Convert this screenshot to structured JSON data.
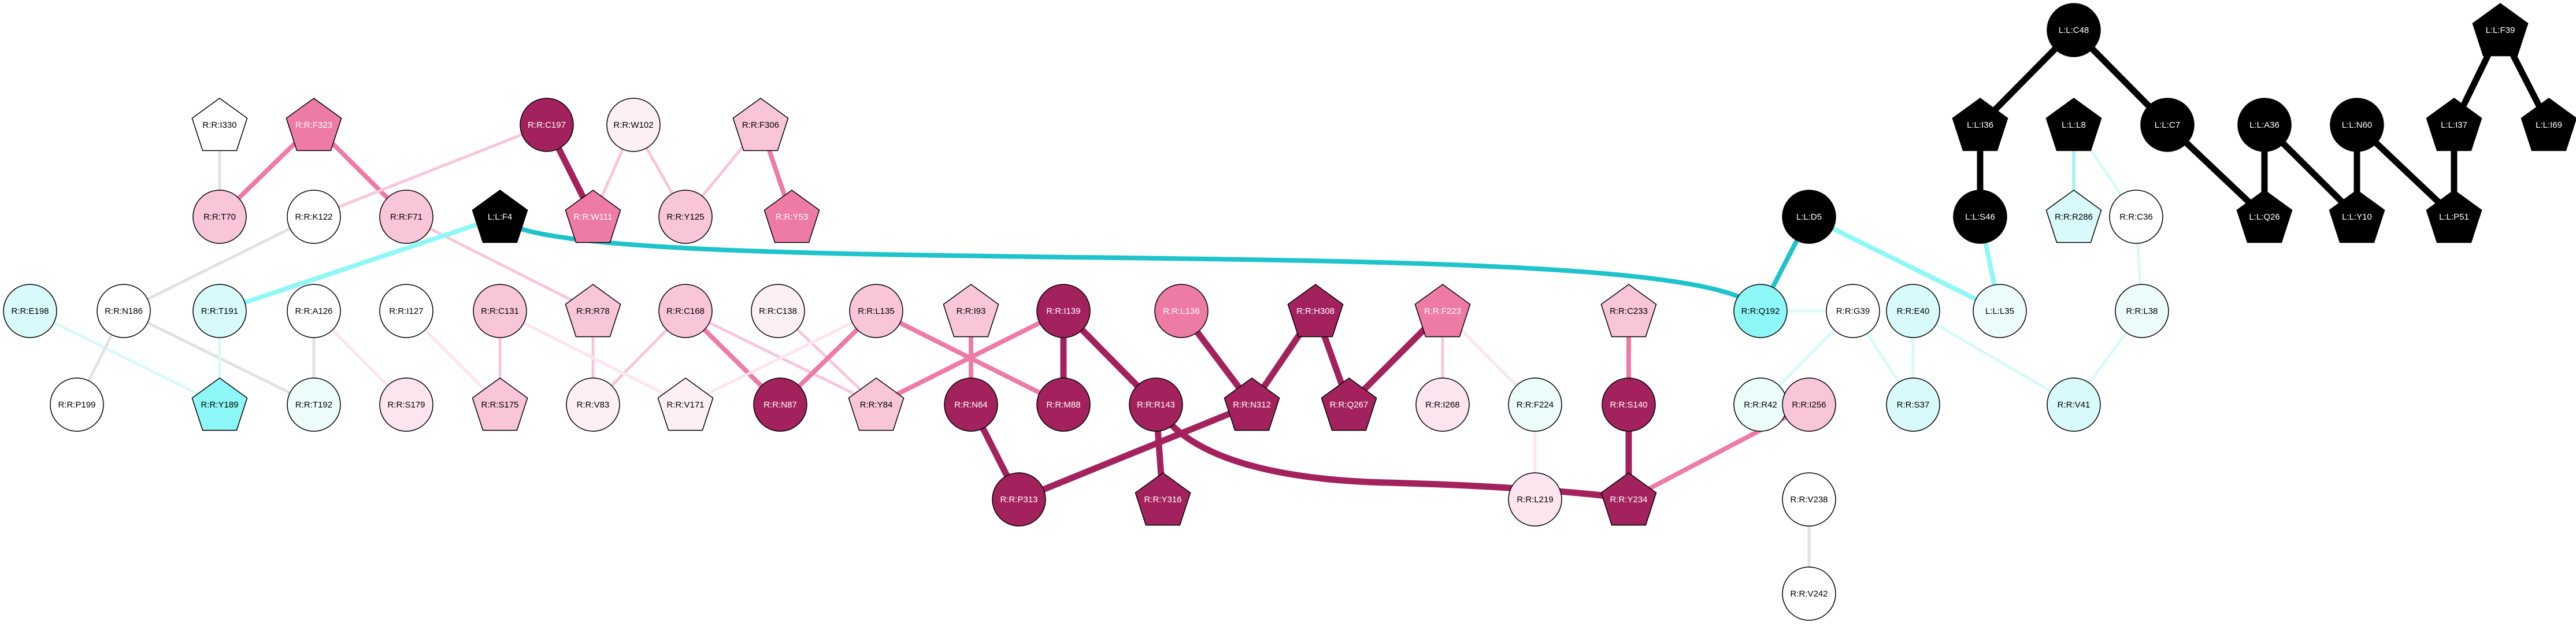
{
  "colors": {
    "black": "#000000",
    "white": "#ffffff",
    "cyan": "#1ec3cc",
    "light_cyan": "#8ef7f7",
    "pale_cyan": "#d8fafa",
    "very_pale_cyan": "#ecfcfb",
    "dark_magenta": "#a3225e",
    "pink": "#ee7aa6",
    "light_pink": "#f9c6d9",
    "pale_pink": "#fce5ee",
    "very_pale_pink": "#fdf0f5",
    "gray_edge": "#e2e2e2"
  },
  "nodes": [
    {
      "id": "R:R:I330",
      "shape": "pentagon",
      "fill": "white"
    },
    {
      "id": "R:R:F323",
      "shape": "pentagon",
      "fill": "pink"
    },
    {
      "id": "R:R:C197",
      "shape": "circle",
      "fill": "dark_magenta"
    },
    {
      "id": "R:R:W102",
      "shape": "circle",
      "fill": "very_pale_pink"
    },
    {
      "id": "R:R:F306",
      "shape": "pentagon",
      "fill": "light_pink"
    },
    {
      "id": "R:R:T70",
      "shape": "circle",
      "fill": "light_pink"
    },
    {
      "id": "R:R:K122",
      "shape": "circle",
      "fill": "white"
    },
    {
      "id": "R:R:F71",
      "shape": "circle",
      "fill": "light_pink"
    },
    {
      "id": "L:L:F4",
      "shape": "pentagon",
      "fill": "black"
    },
    {
      "id": "R:R:W111",
      "shape": "pentagon",
      "fill": "pink"
    },
    {
      "id": "R:R:Y125",
      "shape": "circle",
      "fill": "light_pink"
    },
    {
      "id": "R:R:Y53",
      "shape": "pentagon",
      "fill": "pink"
    },
    {
      "id": "R:R:E198",
      "shape": "circle",
      "fill": "pale_cyan"
    },
    {
      "id": "R:R:N186",
      "shape": "circle",
      "fill": "white"
    },
    {
      "id": "R:R:T191",
      "shape": "circle",
      "fill": "pale_cyan"
    },
    {
      "id": "R:R:A126",
      "shape": "circle",
      "fill": "white"
    },
    {
      "id": "R:R:I127",
      "shape": "circle",
      "fill": "white"
    },
    {
      "id": "R:R:C131",
      "shape": "circle",
      "fill": "light_pink"
    },
    {
      "id": "R:R:R78",
      "shape": "pentagon",
      "fill": "light_pink"
    },
    {
      "id": "R:R:C168",
      "shape": "circle",
      "fill": "light_pink"
    },
    {
      "id": "R:R:C138",
      "shape": "circle",
      "fill": "very_pale_pink"
    },
    {
      "id": "R:R:L135",
      "shape": "circle",
      "fill": "light_pink"
    },
    {
      "id": "R:R:I93",
      "shape": "pentagon",
      "fill": "light_pink"
    },
    {
      "id": "R:R:I139",
      "shape": "circle",
      "fill": "dark_magenta"
    },
    {
      "id": "R:R:L136",
      "shape": "circle",
      "fill": "pink"
    },
    {
      "id": "R:R:H308",
      "shape": "pentagon",
      "fill": "dark_magenta"
    },
    {
      "id": "R:R:F223",
      "shape": "pentagon",
      "fill": "pink"
    },
    {
      "id": "R:R:C233",
      "shape": "pentagon",
      "fill": "light_pink"
    },
    {
      "id": "R:R:P199",
      "shape": "circle",
      "fill": "white"
    },
    {
      "id": "R:R:Y189",
      "shape": "pentagon",
      "fill": "light_cyan"
    },
    {
      "id": "R:R:T192",
      "shape": "circle",
      "fill": "very_pale_cyan"
    },
    {
      "id": "R:R:S179",
      "shape": "circle",
      "fill": "pale_pink"
    },
    {
      "id": "R:R:S175",
      "shape": "pentagon",
      "fill": "light_pink"
    },
    {
      "id": "R:R:V83",
      "shape": "circle",
      "fill": "very_pale_pink"
    },
    {
      "id": "R:R:V171",
      "shape": "pentagon",
      "fill": "very_pale_pink"
    },
    {
      "id": "R:R:N87",
      "shape": "circle",
      "fill": "dark_magenta"
    },
    {
      "id": "R:R:Y84",
      "shape": "pentagon",
      "fill": "light_pink"
    },
    {
      "id": "R:R:N64",
      "shape": "circle",
      "fill": "dark_magenta"
    },
    {
      "id": "R:R:M88",
      "shape": "circle",
      "fill": "dark_magenta"
    },
    {
      "id": "R:R:R143",
      "shape": "circle",
      "fill": "dark_magenta"
    },
    {
      "id": "R:R:N312",
      "shape": "pentagon",
      "fill": "dark_magenta"
    },
    {
      "id": "R:R:Q267",
      "shape": "pentagon",
      "fill": "dark_magenta"
    },
    {
      "id": "R:R:I268",
      "shape": "circle",
      "fill": "pale_pink"
    },
    {
      "id": "R:R:F224",
      "shape": "circle",
      "fill": "very_pale_cyan"
    },
    {
      "id": "R:R:S140",
      "shape": "circle",
      "fill": "dark_magenta"
    },
    {
      "id": "R:R:P313",
      "shape": "circle",
      "fill": "dark_magenta"
    },
    {
      "id": "R:R:Y316",
      "shape": "pentagon",
      "fill": "dark_magenta"
    },
    {
      "id": "R:R:L219",
      "shape": "circle",
      "fill": "pale_pink"
    },
    {
      "id": "R:R:Y234",
      "shape": "pentagon",
      "fill": "dark_magenta"
    },
    {
      "id": "L:L:D5",
      "shape": "circle",
      "fill": "black"
    },
    {
      "id": "R:R:Q192",
      "shape": "circle",
      "fill": "light_cyan"
    },
    {
      "id": "R:R:G39",
      "shape": "circle",
      "fill": "white"
    },
    {
      "id": "R:R:E40",
      "shape": "circle",
      "fill": "pale_cyan"
    },
    {
      "id": "L:L:L35",
      "shape": "circle",
      "fill": "very_pale_cyan"
    },
    {
      "id": "R:R:R42",
      "shape": "circle",
      "fill": "very_pale_cyan"
    },
    {
      "id": "R:R:S37",
      "shape": "circle",
      "fill": "pale_cyan"
    },
    {
      "id": "R:R:I256",
      "shape": "circle",
      "fill": "light_pink"
    },
    {
      "id": "R:R:V238",
      "shape": "circle",
      "fill": "white"
    },
    {
      "id": "R:R:V242",
      "shape": "circle",
      "fill": "white"
    },
    {
      "id": "L:L:C48",
      "shape": "circle",
      "fill": "black"
    },
    {
      "id": "L:L:I36",
      "shape": "pentagon",
      "fill": "black"
    },
    {
      "id": "L:L:L8",
      "shape": "pentagon",
      "fill": "black"
    },
    {
      "id": "L:L:C7",
      "shape": "circle",
      "fill": "black"
    },
    {
      "id": "L:L:A36",
      "shape": "circle",
      "fill": "black"
    },
    {
      "id": "L:L:N60",
      "shape": "circle",
      "fill": "black"
    },
    {
      "id": "L:L:F39",
      "shape": "pentagon",
      "fill": "black"
    },
    {
      "id": "L:L:I37",
      "shape": "pentagon",
      "fill": "black"
    },
    {
      "id": "L:L:I69",
      "shape": "pentagon",
      "fill": "black"
    },
    {
      "id": "L:L:S46",
      "shape": "circle",
      "fill": "black"
    },
    {
      "id": "R:R:R286",
      "shape": "pentagon",
      "fill": "pale_cyan"
    },
    {
      "id": "R:R:C36",
      "shape": "circle",
      "fill": "white"
    },
    {
      "id": "L:L:Q26",
      "shape": "pentagon",
      "fill": "black"
    },
    {
      "id": "L:L:Y10",
      "shape": "pentagon",
      "fill": "black"
    },
    {
      "id": "L:L:P51",
      "shape": "pentagon",
      "fill": "black"
    },
    {
      "id": "R:R:L38",
      "shape": "circle",
      "fill": "very_pale_cyan"
    },
    {
      "id": "R:R:V41",
      "shape": "circle",
      "fill": "pale_cyan"
    }
  ],
  "edges": [
    {
      "from": "R:R:I330",
      "to": "R:R:T70",
      "color": "gray_edge",
      "weight": "thin"
    },
    {
      "from": "R:R:F323",
      "to": "R:R:T70",
      "color": "pink",
      "weight": "medium"
    },
    {
      "from": "R:R:F323",
      "to": "R:R:F71",
      "color": "pink",
      "weight": "medium"
    },
    {
      "from": "R:R:C197",
      "to": "R:R:W111",
      "color": "dark_magenta",
      "weight": "thick"
    },
    {
      "from": "R:R:C197",
      "to": "R:R:K122",
      "color": "light_pink",
      "weight": "thin"
    },
    {
      "from": "R:R:W102",
      "to": "R:R:W111",
      "color": "light_pink",
      "weight": "thin"
    },
    {
      "from": "R:R:W102",
      "to": "R:R:Y125",
      "color": "light_pink",
      "weight": "thin"
    },
    {
      "from": "R:R:F306",
      "to": "R:R:Y125",
      "color": "light_pink",
      "weight": "thin"
    },
    {
      "from": "R:R:F306",
      "to": "R:R:Y53",
      "color": "pink",
      "weight": "medium"
    },
    {
      "from": "R:R:K122",
      "to": "R:R:N186",
      "color": "gray_edge",
      "weight": "thin"
    },
    {
      "from": "R:R:F71",
      "to": "R:R:R78",
      "color": "light_pink",
      "weight": "thin"
    },
    {
      "from": "L:L:F4",
      "to": "R:R:T191",
      "color": "light_cyan",
      "weight": "medium"
    },
    {
      "from": "L:L:F4",
      "to": "R:R:Q192",
      "color": "cyan",
      "weight": "medium",
      "curve": true
    },
    {
      "from": "R:R:E198",
      "to": "R:R:Y189",
      "color": "pale_cyan",
      "weight": "thin"
    },
    {
      "from": "R:R:N186",
      "to": "R:R:P199",
      "color": "gray_edge",
      "weight": "thin"
    },
    {
      "from": "R:R:N186",
      "to": "R:R:T192",
      "color": "gray_edge",
      "weight": "thin"
    },
    {
      "from": "R:R:T191",
      "to": "R:R:Y189",
      "color": "pale_cyan",
      "weight": "thin"
    },
    {
      "from": "R:R:A126",
      "to": "R:R:T192",
      "color": "gray_edge",
      "weight": "thin"
    },
    {
      "from": "R:R:A126",
      "to": "R:R:S179",
      "color": "pale_pink",
      "weight": "thin"
    },
    {
      "from": "R:R:I127",
      "to": "R:R:S175",
      "color": "pale_pink",
      "weight": "thin"
    },
    {
      "from": "R:R:C131",
      "to": "R:R:S175",
      "color": "light_pink",
      "weight": "thin"
    },
    {
      "from": "R:R:R78",
      "to": "R:R:V83",
      "color": "light_pink",
      "weight": "thin"
    },
    {
      "from": "R:R:C168",
      "to": "R:R:V83",
      "color": "light_pink",
      "weight": "thin"
    },
    {
      "from": "R:R:C168",
      "to": "R:R:N87",
      "color": "pink",
      "weight": "medium"
    },
    {
      "from": "R:R:C168",
      "to": "R:R:Y84",
      "color": "light_pink",
      "weight": "thin"
    },
    {
      "from": "R:R:C138",
      "to": "R:R:Y84",
      "color": "light_pink",
      "weight": "thin"
    },
    {
      "from": "R:R:C131",
      "to": "R:R:V171",
      "color": "pale_pink",
      "weight": "thin"
    },
    {
      "from": "R:R:L135",
      "to": "R:R:V171",
      "color": "pale_pink",
      "weight": "thin"
    },
    {
      "from": "R:R:L135",
      "to": "R:R:N87",
      "color": "pink",
      "weight": "medium"
    },
    {
      "from": "R:R:L135",
      "to": "R:R:M88",
      "color": "pink",
      "weight": "medium"
    },
    {
      "from": "R:R:I93",
      "to": "R:R:N64",
      "color": "pink",
      "weight": "medium"
    },
    {
      "from": "R:R:I139",
      "to": "R:R:Y84",
      "color": "pink",
      "weight": "medium"
    },
    {
      "from": "R:R:I139",
      "to": "R:R:M88",
      "color": "dark_magenta",
      "weight": "thick"
    },
    {
      "from": "R:R:I139",
      "to": "R:R:R143",
      "color": "dark_magenta",
      "weight": "thick"
    },
    {
      "from": "R:R:L136",
      "to": "R:R:N312",
      "color": "dark_magenta",
      "weight": "thick"
    },
    {
      "from": "R:R:H308",
      "to": "R:R:N312",
      "color": "dark_magenta",
      "weight": "thick"
    },
    {
      "from": "R:R:H308",
      "to": "R:R:Q267",
      "color": "dark_magenta",
      "weight": "thick"
    },
    {
      "from": "R:R:F223",
      "to": "R:R:Q267",
      "color": "dark_magenta",
      "weight": "thick"
    },
    {
      "from": "R:R:F223",
      "to": "R:R:I268",
      "color": "light_pink",
      "weight": "thin"
    },
    {
      "from": "R:R:F223",
      "to": "R:R:F224",
      "color": "pale_pink",
      "weight": "thin"
    },
    {
      "from": "R:R:C233",
      "to": "R:R:S140",
      "color": "pink",
      "weight": "medium"
    },
    {
      "from": "R:R:N64",
      "to": "R:R:P313",
      "color": "dark_magenta",
      "weight": "thick"
    },
    {
      "from": "R:R:N312",
      "to": "R:R:P313",
      "color": "dark_magenta",
      "weight": "thick"
    },
    {
      "from": "R:R:R143",
      "to": "R:R:Y316",
      "color": "dark_magenta",
      "weight": "thick"
    },
    {
      "from": "R:R:R143",
      "to": "R:R:Y234",
      "color": "dark_magenta",
      "weight": "thick",
      "curve": true
    },
    {
      "from": "R:R:F224",
      "to": "R:R:L219",
      "color": "pale_pink",
      "weight": "thin"
    },
    {
      "from": "R:R:S140",
      "to": "R:R:Y234",
      "color": "dark_magenta",
      "weight": "thick"
    },
    {
      "from": "R:R:I256",
      "to": "R:R:Y234",
      "color": "pink",
      "weight": "medium"
    },
    {
      "from": "R:R:V238",
      "to": "R:R:V242",
      "color": "gray_edge",
      "weight": "thin"
    },
    {
      "from": "L:L:D5",
      "to": "R:R:Q192",
      "color": "cyan",
      "weight": "medium"
    },
    {
      "from": "L:L:D5",
      "to": "L:L:L35",
      "color": "light_cyan",
      "weight": "medium"
    },
    {
      "from": "R:R:Q192",
      "to": "R:R:G39",
      "color": "pale_cyan",
      "weight": "thin"
    },
    {
      "from": "R:R:G39",
      "to": "R:R:R42",
      "color": "pale_cyan",
      "weight": "thin"
    },
    {
      "from": "R:R:G39",
      "to": "R:R:S37",
      "color": "pale_cyan",
      "weight": "thin"
    },
    {
      "from": "R:R:E40",
      "to": "R:R:S37",
      "color": "pale_cyan",
      "weight": "thin"
    },
    {
      "from": "R:R:E40",
      "to": "R:R:V41",
      "color": "pale_cyan",
      "weight": "thin"
    },
    {
      "from": "L:L:C48",
      "to": "L:L:I36",
      "color": "black",
      "weight": "thick"
    },
    {
      "from": "L:L:C48",
      "to": "L:L:C7",
      "color": "black",
      "weight": "thick"
    },
    {
      "from": "L:L:I36",
      "to": "L:L:S46",
      "color": "black",
      "weight": "thick"
    },
    {
      "from": "L:L:S46",
      "to": "L:L:L35",
      "color": "light_cyan",
      "weight": "medium"
    },
    {
      "from": "L:L:L8",
      "to": "R:R:R286",
      "color": "light_cyan",
      "weight": "thin"
    },
    {
      "from": "L:L:L8",
      "to": "R:R:C36",
      "color": "pale_cyan",
      "weight": "thin"
    },
    {
      "from": "R:R:C36",
      "to": "R:R:L38",
      "color": "pale_cyan",
      "weight": "thin"
    },
    {
      "from": "R:R:L38",
      "to": "R:R:V41",
      "color": "pale_cyan",
      "weight": "thin"
    },
    {
      "from": "L:L:C7",
      "to": "L:L:Q26",
      "color": "black",
      "weight": "thick"
    },
    {
      "from": "L:L:A36",
      "to": "L:L:Q26",
      "color": "black",
      "weight": "thick"
    },
    {
      "from": "L:L:A36",
      "to": "L:L:Y10",
      "color": "black",
      "weight": "thick"
    },
    {
      "from": "L:L:N60",
      "to": "L:L:Y10",
      "color": "black",
      "weight": "thick"
    },
    {
      "from": "L:L:N60",
      "to": "L:L:P51",
      "color": "black",
      "weight": "thick"
    },
    {
      "from": "L:L:F39",
      "to": "L:L:I37",
      "color": "black",
      "weight": "thick"
    },
    {
      "from": "L:L:F39",
      "to": "L:L:I69",
      "color": "black",
      "weight": "thick"
    },
    {
      "from": "L:L:I37",
      "to": "L:L:P51",
      "color": "black",
      "weight": "thick"
    }
  ]
}
